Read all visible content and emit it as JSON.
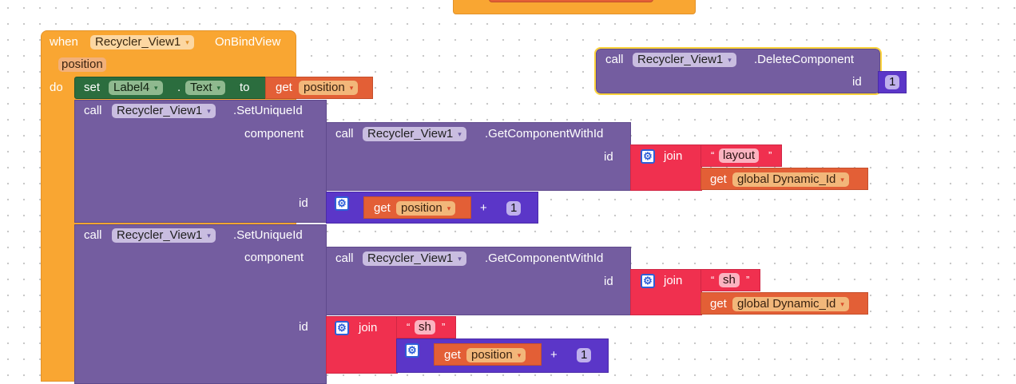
{
  "event": {
    "when": "when",
    "component": "Recycler_View1",
    "event_name": "OnBindView",
    "param": "position",
    "do": "do"
  },
  "set_block": {
    "set": "set",
    "component": "Label4",
    "dot": ".",
    "property": "Text",
    "to": "to",
    "get": "get",
    "var": "position"
  },
  "call1": {
    "call": "call",
    "component": "Recycler_View1",
    "method": ".SetUniqueId",
    "component_label": "component",
    "id_label": "id",
    "inner_call": "call",
    "inner_component": "Recycler_View1",
    "inner_method": ".GetComponentWithId",
    "inner_id_label": "id",
    "join": "join",
    "str": "layout",
    "get": "get",
    "global_var": "global Dynamic_Id",
    "math_get": "get",
    "math_var": "position",
    "plus": "+",
    "num": "1"
  },
  "call2": {
    "call": "call",
    "component": "Recycler_View1",
    "method": ".SetUniqueId",
    "component_label": "component",
    "id_label": "id",
    "inner_call": "call",
    "inner_component": "Recycler_View1",
    "inner_method": ".GetComponentWithId",
    "inner_id_label": "id",
    "join": "join",
    "str": "sh",
    "get": "get",
    "global_var": "global Dynamic_Id",
    "id_join": "join",
    "id_str": "sh",
    "math_get": "get",
    "math_var": "position",
    "plus": "+",
    "num": "1"
  },
  "delete_block": {
    "call": "call",
    "component": "Recycler_View1",
    "method": ".DeleteComponent",
    "id_label": "id",
    "num": "1"
  },
  "quote_open": "“",
  "quote_close": "”",
  "dropdown_arrow": "▾",
  "colors": {
    "event": "#f9a632",
    "setter": "#2b6d3e",
    "component_call": "#745da0",
    "text_join": "#f0304f",
    "variable_get": "#e35f36",
    "math": "#5b36c8",
    "selected_outline": "#fcd23a"
  }
}
